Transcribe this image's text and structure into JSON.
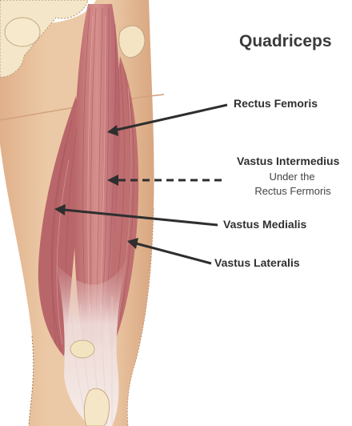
{
  "title": "Quadriceps",
  "labels": {
    "rectus_femoris": "Rectus Femoris",
    "vastus_intermedius": "Vastus Intermedius",
    "under_line1": "Under the",
    "under_line2": "Rectus Fermoris",
    "vastus_medialis": "Vastus Medialis",
    "vastus_lateralis": "Vastus Lateralis"
  },
  "colors": {
    "skin": "#e9c4a0",
    "skin_shadow": "#d9a883",
    "bone": "#f3e4c2",
    "muscle": "#c97a78",
    "muscle_dark": "#a8575a",
    "tendon": "#f1e6e3",
    "arrow": "#2e2e2e"
  }
}
